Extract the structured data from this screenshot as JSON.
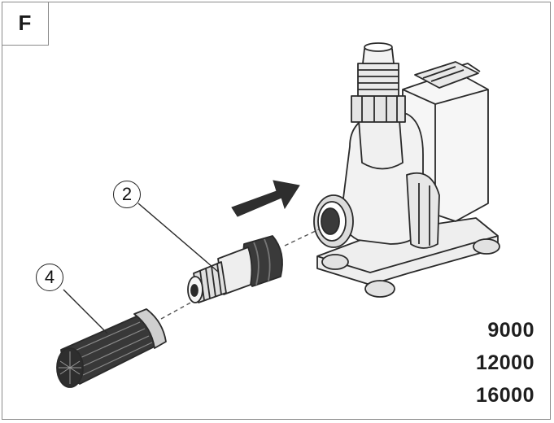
{
  "figure": {
    "panel_label": "F",
    "callouts": [
      {
        "id": "2",
        "label": "2"
      },
      {
        "id": "4",
        "label": "4"
      }
    ],
    "models": [
      "9000",
      "12000",
      "16000"
    ]
  },
  "icons": {
    "arrow": "direction-arrow-icon"
  },
  "colors": {
    "line": "#2a2a2a",
    "dark_part": "#333333",
    "light_fill": "#f2f2f2",
    "mid_fill": "#d6d6d6"
  }
}
